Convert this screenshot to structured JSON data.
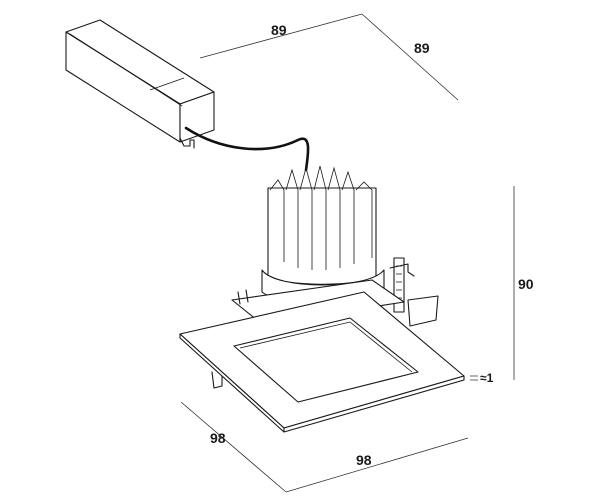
{
  "dimensions": {
    "driver_length": "89",
    "driver_depth": "89",
    "height": "90",
    "flange": "≈1",
    "frame_depth": "98",
    "frame_width": "98"
  }
}
